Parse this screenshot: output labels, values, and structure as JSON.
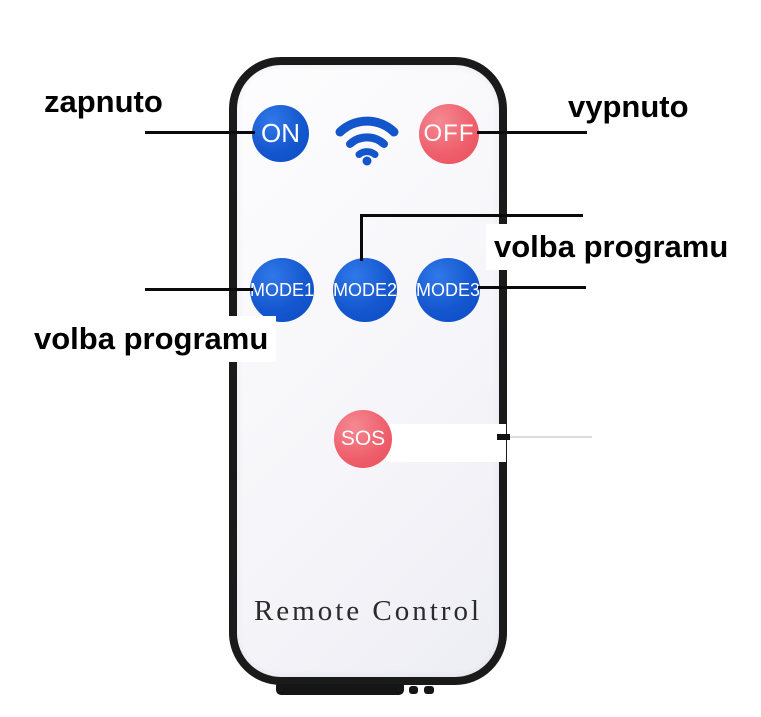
{
  "annotations": {
    "zapnuto": {
      "label": "zapnuto"
    },
    "vypnuto": {
      "label": "vypnuto"
    },
    "volba_programu_right": {
      "label": "volba programu"
    },
    "volba_programu_left": {
      "label": "volba programu"
    }
  },
  "remote": {
    "brand": {
      "label": "Remote Control"
    },
    "buttons": {
      "on": {
        "label": "ON"
      },
      "off": {
        "label": "OFF"
      },
      "mode1": {
        "label": "MODE1"
      },
      "mode2": {
        "label": "MODE2"
      },
      "mode3": {
        "label": "MODE3"
      },
      "sos": {
        "label": "SOS"
      }
    },
    "icons": {
      "wifi": "wifi-icon"
    }
  },
  "colors": {
    "background": "#ffffff",
    "remote_face": "#f6f6fa",
    "remote_border": "#1a1a1a",
    "button_blue": "#1557cf",
    "button_red": "#ee5e6a",
    "wifi_blue": "#1356cc",
    "annotation_text": "#000000",
    "brand_text": "#2b2b2b",
    "leader_line": "#0a0a0a"
  }
}
